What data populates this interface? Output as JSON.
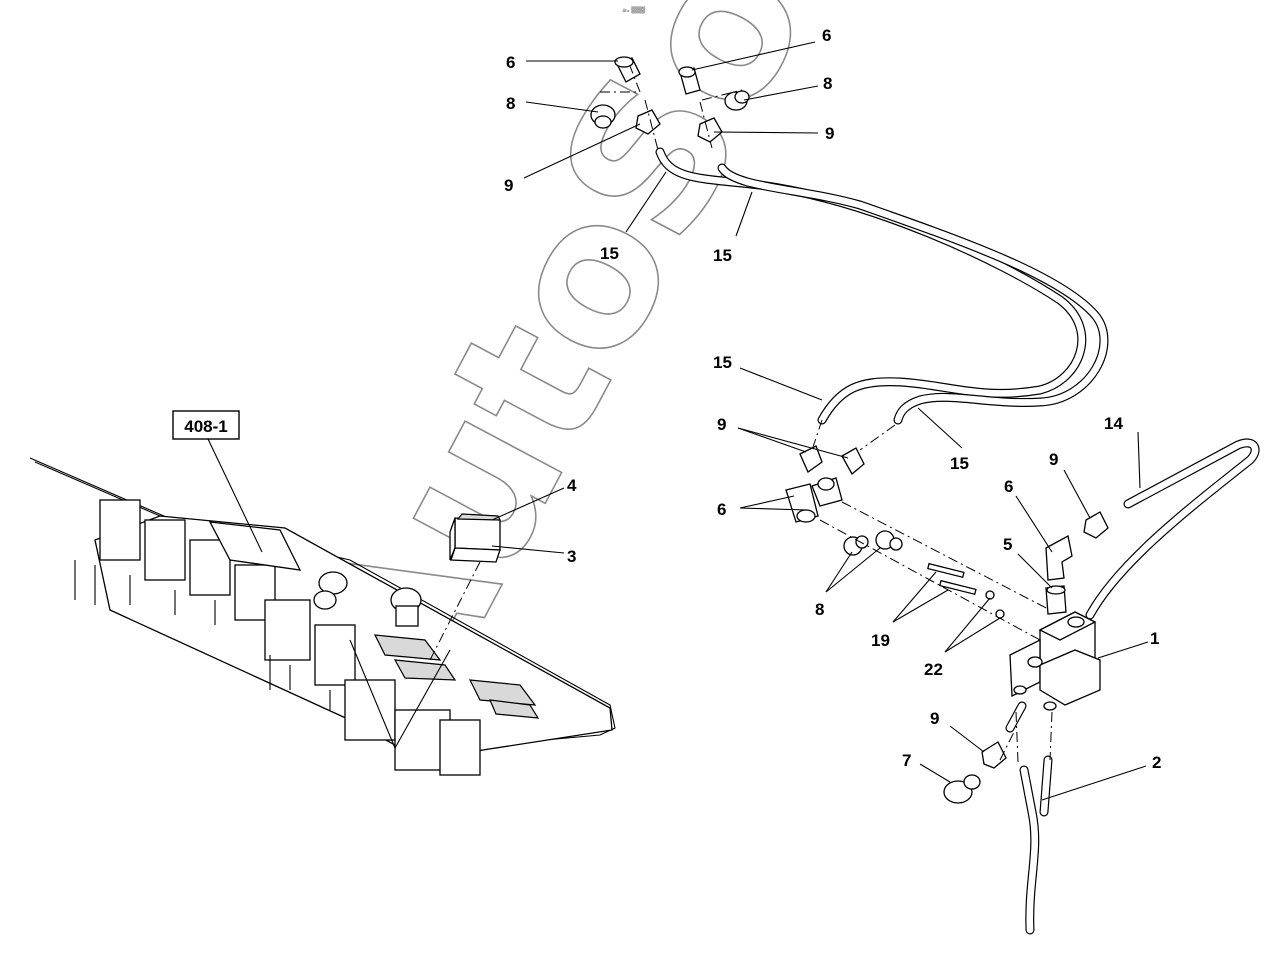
{
  "diagram": {
    "header_mark": "≡ₐ ▒▒▒",
    "watermark": "AutoSoft",
    "reference_box": "408-1",
    "callouts": [
      {
        "id": "c6a",
        "text": "6"
      },
      {
        "id": "c6b",
        "text": "6"
      },
      {
        "id": "c8a",
        "text": "8"
      },
      {
        "id": "c8b",
        "text": "8"
      },
      {
        "id": "c9a",
        "text": "9"
      },
      {
        "id": "c9b",
        "text": "9"
      },
      {
        "id": "c15a",
        "text": "15"
      },
      {
        "id": "c15b",
        "text": "15"
      },
      {
        "id": "c15c",
        "text": "15"
      },
      {
        "id": "c15d",
        "text": "15"
      },
      {
        "id": "c9c",
        "text": "9"
      },
      {
        "id": "c4",
        "text": "4"
      },
      {
        "id": "c3",
        "text": "3"
      },
      {
        "id": "c6c",
        "text": "6"
      },
      {
        "id": "c8c",
        "text": "8"
      },
      {
        "id": "c19",
        "text": "19"
      },
      {
        "id": "c14",
        "text": "14"
      },
      {
        "id": "c9d",
        "text": "9"
      },
      {
        "id": "c6d",
        "text": "6"
      },
      {
        "id": "c5",
        "text": "5"
      },
      {
        "id": "c22",
        "text": "22"
      },
      {
        "id": "c1",
        "text": "1"
      },
      {
        "id": "c9e",
        "text": "9"
      },
      {
        "id": "c7",
        "text": "7"
      },
      {
        "id": "c2",
        "text": "2"
      }
    ]
  }
}
